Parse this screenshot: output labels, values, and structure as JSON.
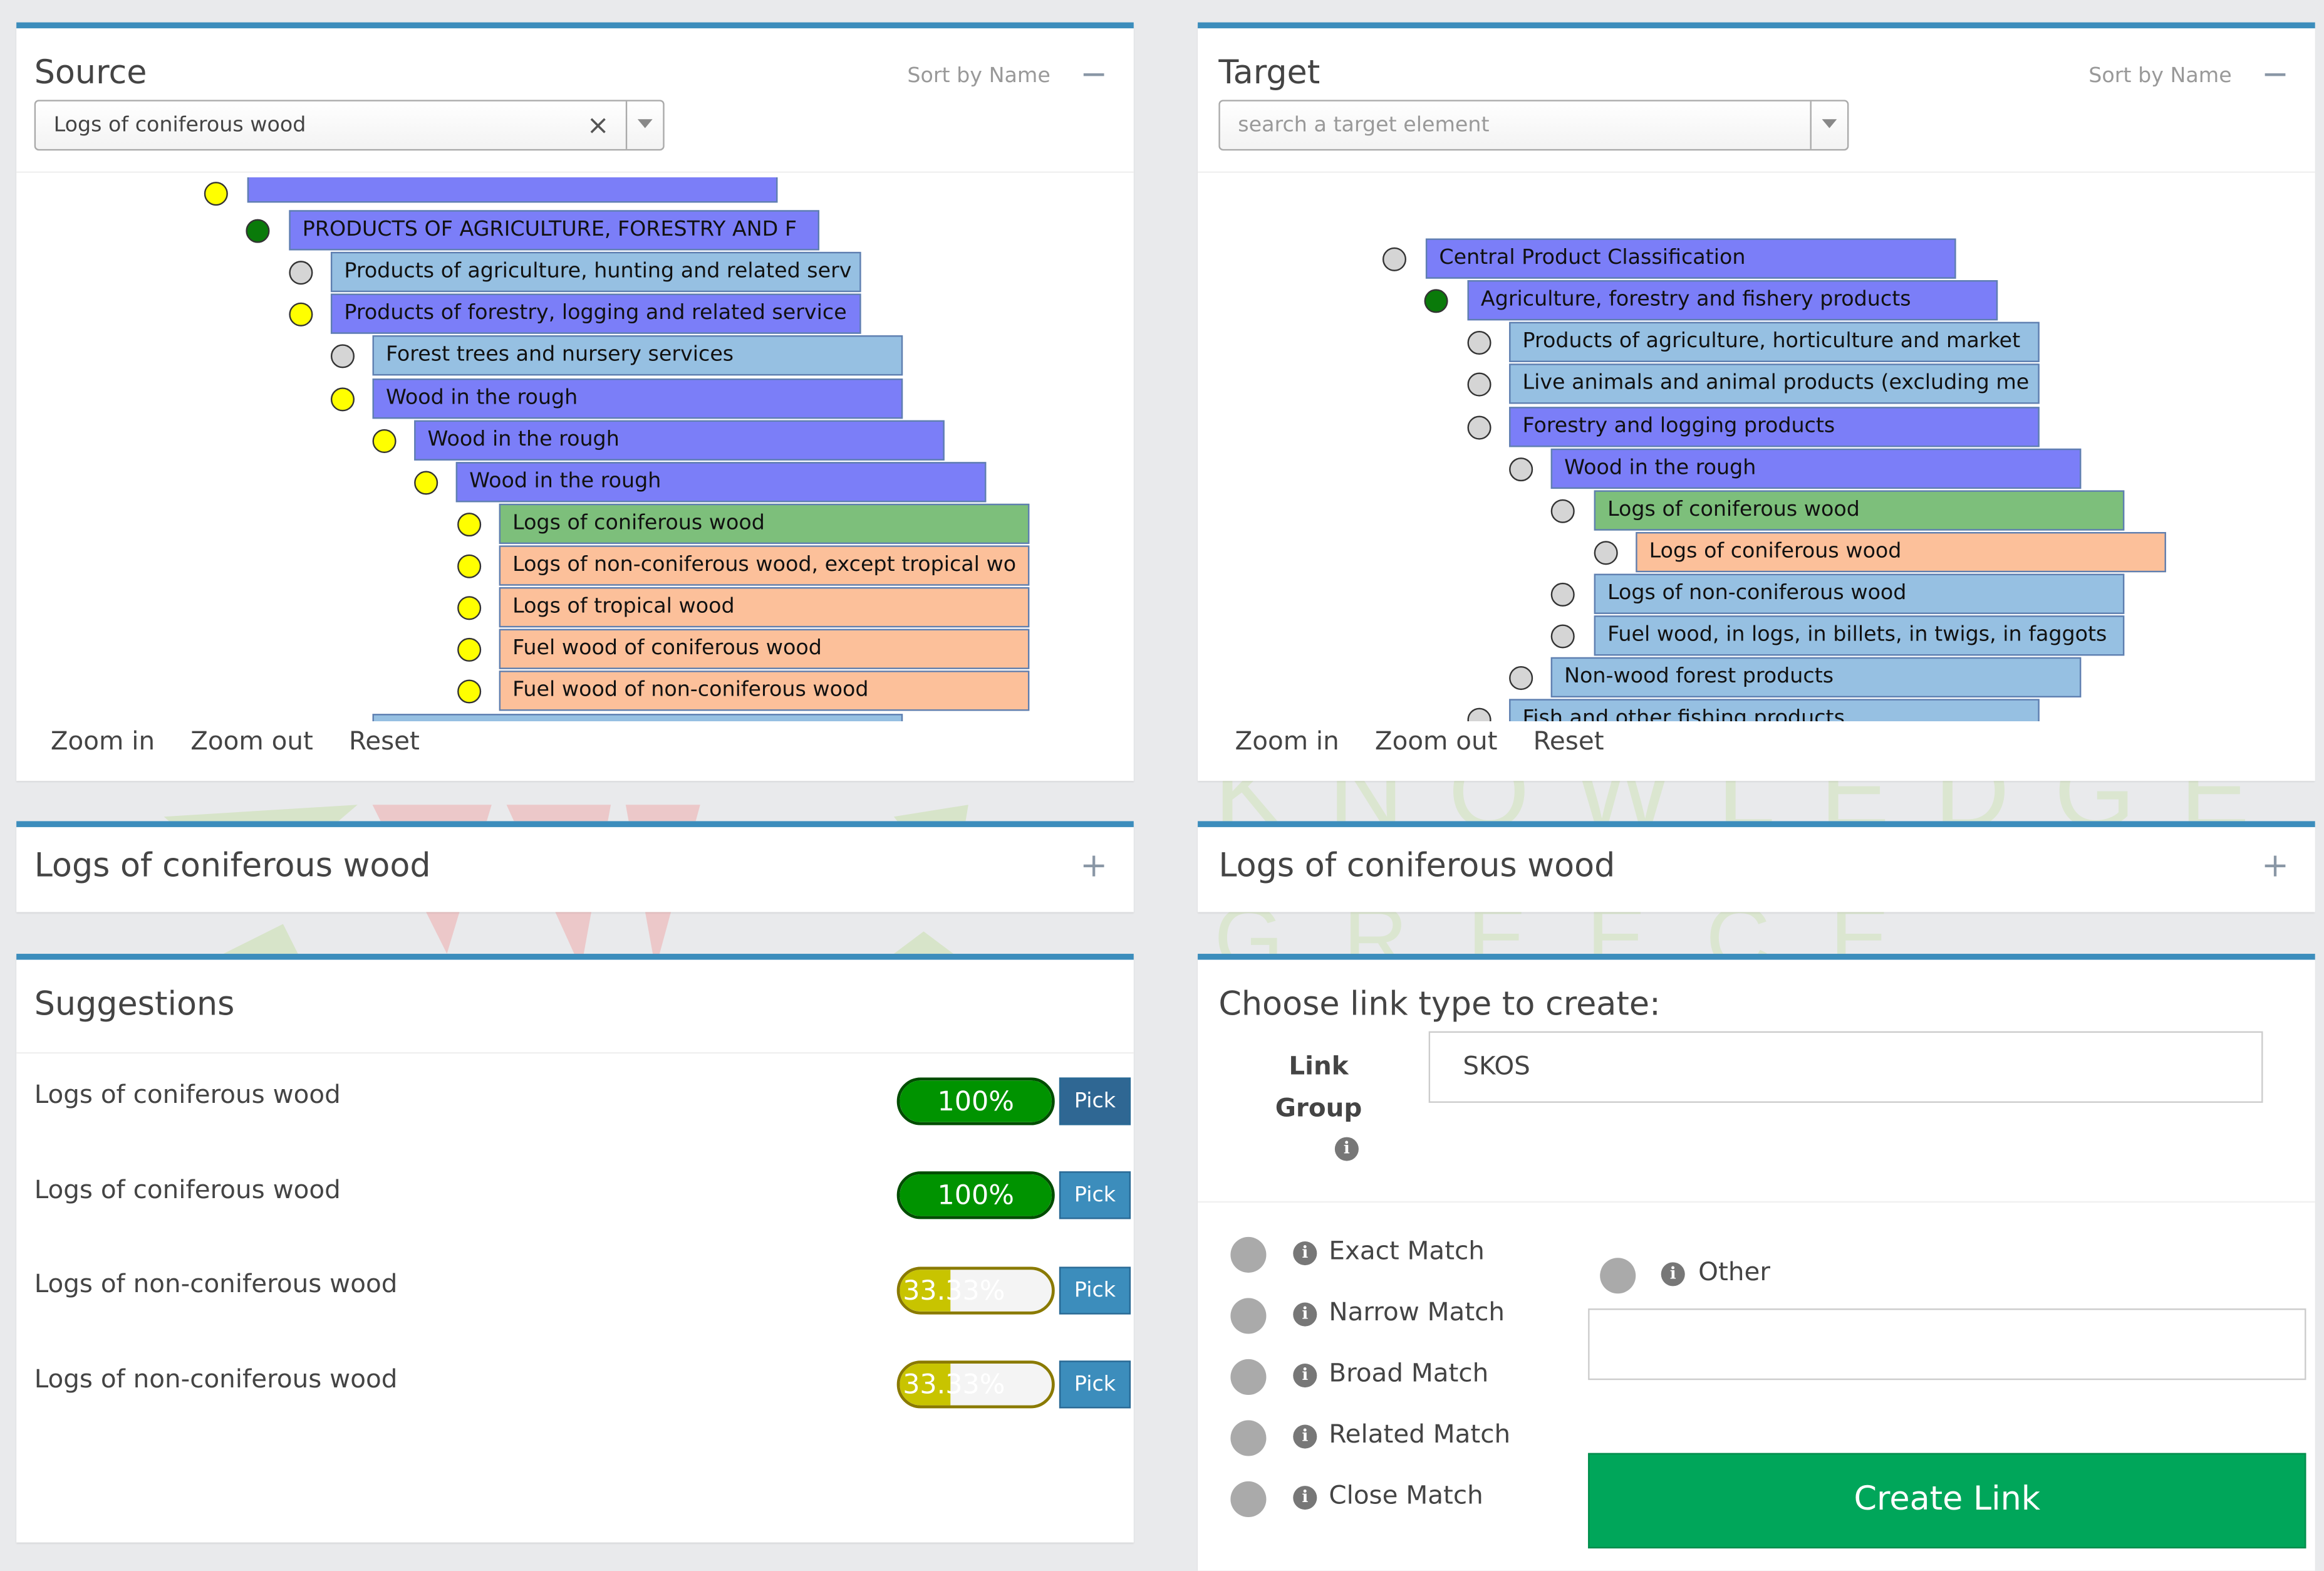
{
  "source": {
    "title": "Source",
    "sort_label": "Sort by Name",
    "selected_value": "Logs of coniferous wood",
    "tree_nodes": [
      "PRODUCTS OF AGRICULTURE, FORESTRY AND F",
      "Products of agriculture, hunting and related serv",
      "Products of forestry, logging and related service",
      "Forest trees and nursery services",
      "Wood in the rough",
      "Wood in the rough",
      "Wood in the rough",
      "Logs of coniferous wood",
      "Logs of non-coniferous wood, except tropical wo",
      "Logs of tropical wood",
      "Fuel wood of coniferous wood",
      "Fuel wood of non-coniferous wood"
    ],
    "zoom_in": "Zoom in",
    "zoom_out": "Zoom out",
    "reset": "Reset"
  },
  "target": {
    "title": "Target",
    "sort_label": "Sort by Name",
    "search_placeholder": "search a target element",
    "tree_nodes": [
      "Central Product Classification",
      "Agriculture, forestry and fishery products",
      "Products of agriculture, horticulture and market",
      "Live animals and animal products (excluding me",
      "Forestry and logging products",
      "Wood in the rough",
      "Logs of coniferous wood",
      "Logs of coniferous wood",
      "Logs of non-coniferous wood",
      "Fuel wood, in logs, in billets, in twigs, in faggots",
      "Non-wood forest products",
      "Fish and other fishing products"
    ],
    "zoom_in": "Zoom in",
    "zoom_out": "Zoom out",
    "reset": "Reset"
  },
  "source_detail": {
    "title": "Logs of coniferous wood",
    "toggle": "+"
  },
  "target_detail": {
    "title": "Logs of coniferous wood",
    "toggle": "+"
  },
  "suggestions": {
    "title": "Suggestions",
    "items": [
      {
        "label": "Logs of coniferous wood",
        "score": "100%",
        "score_value": 1.0,
        "pick": "Pick"
      },
      {
        "label": "Logs of coniferous wood",
        "score": "100%",
        "score_value": 1.0,
        "pick": "Pick"
      },
      {
        "label": "Logs of non-coniferous wood",
        "score": "33.33%",
        "score_value": 0.3333,
        "pick": "Pick"
      },
      {
        "label": "Logs of non-coniferous wood",
        "score": "33.33%",
        "score_value": 0.3333,
        "pick": "Pick"
      }
    ]
  },
  "link": {
    "heading": "Choose link type to create:",
    "group_label_line1": "Link",
    "group_label_line2": "Group",
    "group_value": "SKOS",
    "options": [
      "Exact Match",
      "Narrow Match",
      "Broad Match",
      "Related Match",
      "Close Match"
    ],
    "other_label": "Other",
    "create_button": "Create Link"
  },
  "colors": {
    "panel_border": "#3c8dbc",
    "create_button": "#00a65a",
    "node_purple": "#7b7ef8",
    "node_blue": "#96c0e2",
    "node_green": "#7dbf7b",
    "node_orange": "#fcc09a"
  },
  "icons": {
    "collapse": "minus-icon",
    "expand": "plus-icon",
    "clear": "clear-x-icon",
    "dropdown": "chevron-down-icon",
    "info": "info-circle-icon"
  }
}
